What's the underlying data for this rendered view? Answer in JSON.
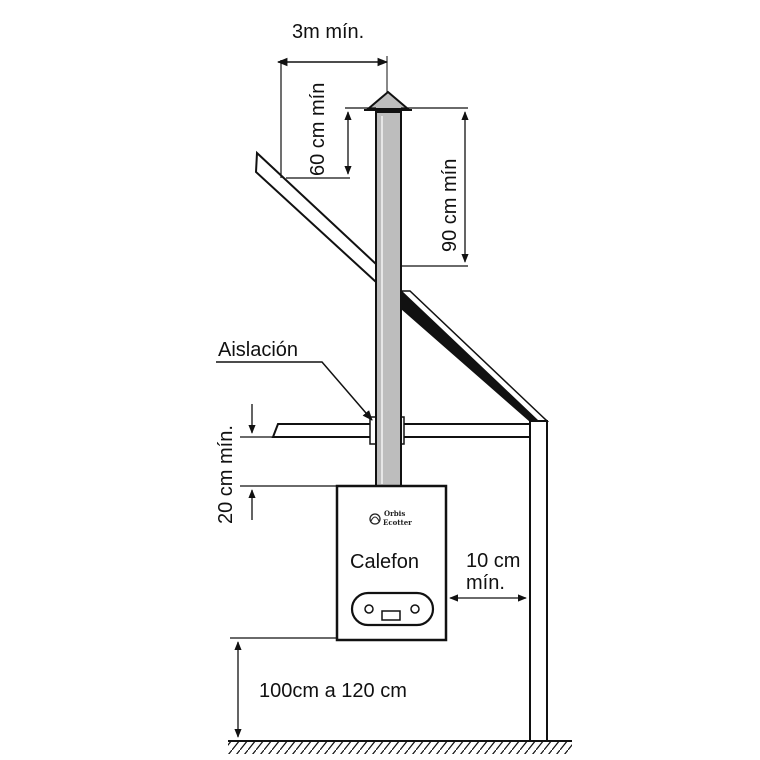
{
  "labels": {
    "top_width": "3m mín.",
    "roof_clearance": "60 cm mín",
    "chimney_height": "90 cm  mín",
    "insulation": "Aislación",
    "ceiling_gap": "20 cm mín.",
    "heater": "Calefon",
    "wall_gap_line1": "10 cm",
    "wall_gap_line2": "mín.",
    "floor_height": "100cm a   120 cm",
    "brand_line1": "Orbis",
    "brand_line2": "Ecotter"
  },
  "colors": {
    "stroke": "#111111",
    "pipe_fill": "#bdbdbd",
    "roof_fill": "#ffffff",
    "dark_roof": "#111111",
    "background": "#ffffff"
  },
  "icons": {
    "brand_logo": "brand-logo-icon",
    "heater_display": "display-panel-icon",
    "chimney_cap": "chimney-cap-icon"
  }
}
